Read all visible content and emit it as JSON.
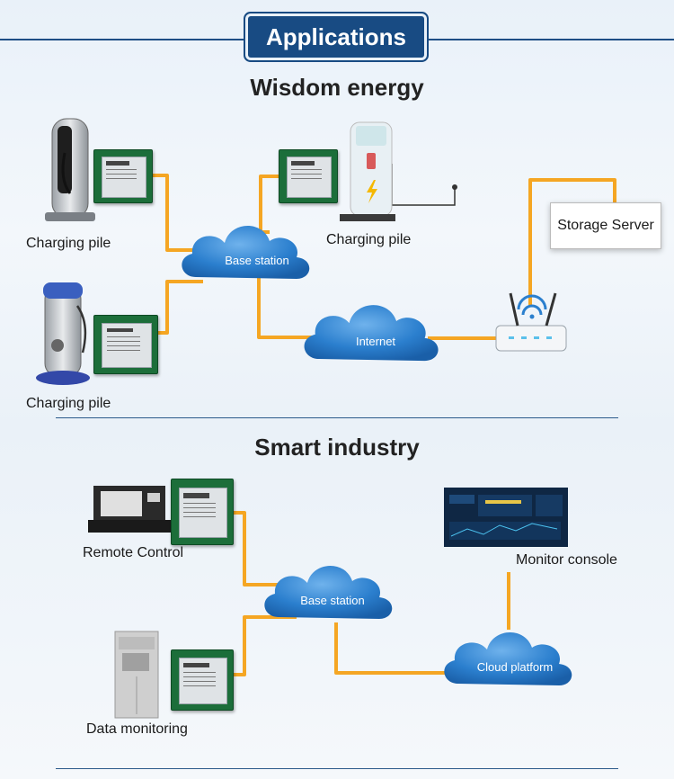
{
  "header": {
    "title": "Applications"
  },
  "sections": {
    "energy": {
      "title": "Wisdom energy",
      "charging_pile_left_top": "Charging pile",
      "charging_pile_left_bottom": "Charging pile",
      "charging_pile_center": "Charging pile",
      "base_station": "Base station",
      "internet": "Internet",
      "storage_server": "Storage Server"
    },
    "industry": {
      "title": "Smart industry",
      "remote_control": "Remote Control",
      "data_monitoring": "Data monitoring",
      "base_station": "Base station",
      "cloud_platform": "Cloud platform",
      "monitor_console": "Monitor console"
    }
  },
  "colors": {
    "wire": "#f5a623",
    "cloud": "#2b7fce",
    "banner": "#184b83"
  }
}
